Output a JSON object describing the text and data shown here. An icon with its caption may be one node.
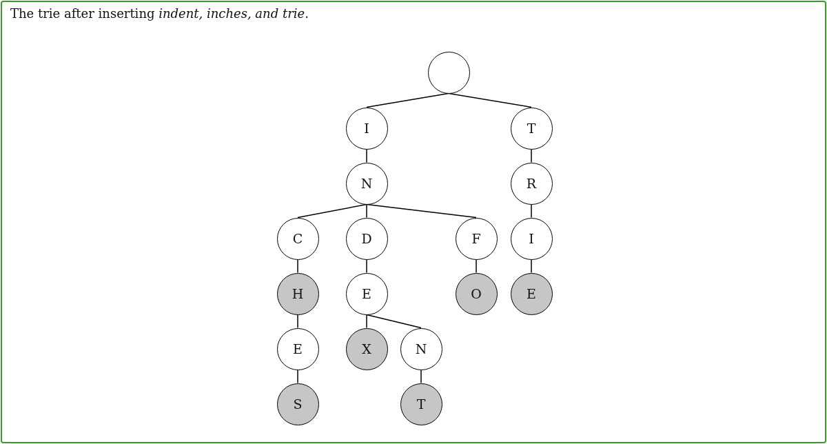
{
  "diagram": {
    "title": "The trie after inserting *indent, inches, and trie*.",
    "nodes": [
      {
        "text": [],
        "shape": "circle"
      },
      {
        "text": [
          "I"
        ]
      },
      {
        "text": [
          "T"
        ]
      },
      {
        "text": [
          "N"
        ]
      },
      {
        "text": [
          "R"
        ]
      },
      {
        "text": [
          "C"
        ]
      },
      {
        "text": [
          "D"
        ]
      },
      {
        "text": [
          "F"
        ]
      },
      {
        "text": [
          "I"
        ]
      },
      {
        "text": [
          "H"
        ]
      },
      {
        "text": [
          "E"
        ]
      },
      {
        "text": [
          "O"
        ]
      },
      {
        "text": [
          "E"
        ]
      },
      {
        "text": [
          "E"
        ]
      },
      {
        "text": [
          "X"
        ]
      },
      {
        "text": [
          "N"
        ]
      },
      {
        "text": [
          "S"
        ]
      },
      {
        "text": [
          "T"
        ]
      }
    ],
    "edges": [
      {
        "from": 0,
        "to": 1,
        "arrow": "none"
      },
      {
        "from": 0,
        "to": 2,
        "arrow": "none"
      },
      {
        "from": 1,
        "to": 3,
        "arrow": "none"
      },
      {
        "from": 2,
        "to": 4,
        "arrow": "none"
      },
      {
        "from": 3,
        "to": 5,
        "arrow": "none"
      },
      {
        "from": 3,
        "to": 6,
        "arrow": "none"
      },
      {
        "from": 3,
        "to": 7,
        "arrow": "none"
      },
      {
        "from": 4,
        "to": 8,
        "arrow": "none"
      },
      {
        "from": 5,
        "to": 9,
        "arrow": "none"
      },
      {
        "from": 6,
        "to": 10,
        "arrow": "none"
      },
      {
        "from": 7,
        "to": 11,
        "arrow": "none"
      },
      {
        "from": 8,
        "to": 12,
        "arrow": "none"
      },
      {
        "from": 9,
        "to": 13,
        "arrow": "none"
      },
      {
        "from": 10,
        "to": 14,
        "arrow": "none"
      },
      {
        "from": 10,
        "to": 15,
        "arrow": "none"
      },
      {
        "from": 13,
        "to": 16,
        "arrow": "none"
      },
      {
        "from": 15,
        "to": 17,
        "arrow": "none"
      }
    ]
  }
}
